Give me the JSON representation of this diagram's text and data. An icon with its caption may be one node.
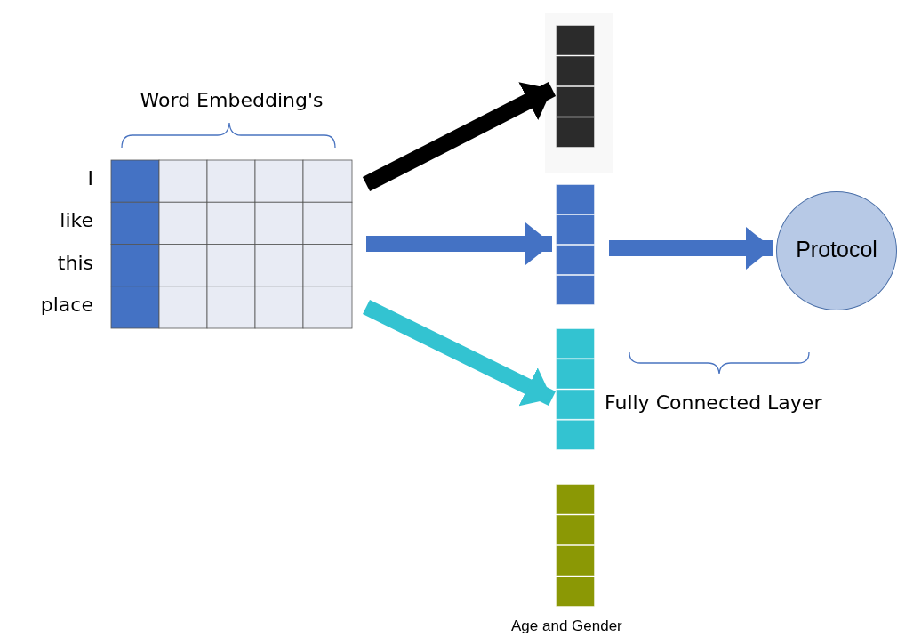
{
  "diagram": {
    "nodes": [
      {
        "text": [
          "Word Embedding's"
        ],
        "beside": [
          "I",
          "like",
          "this",
          "place"
        ]
      },
      {
        "text": [],
        "shape": "bar"
      },
      {
        "text": [],
        "shape": "bar"
      },
      {
        "text": [],
        "shape": "bar"
      },
      {
        "text": [],
        "shape": "bar",
        "beside": [
          "Age and Gender"
        ]
      },
      {
        "text": [
          "Protocol"
        ]
      }
    ],
    "edges": [
      {
        "from": 0,
        "to": 1,
        "arrow": "to",
        "color": "#000000"
      },
      {
        "from": 0,
        "to": 2,
        "arrow": "to"
      },
      {
        "from": 0,
        "to": 3,
        "arrow": "to",
        "color": "#33c3d1"
      },
      {
        "from": 2,
        "to": 5,
        "arrow": "to"
      }
    ],
    "labels": [
      "Fully Connected Layer"
    ]
  }
}
